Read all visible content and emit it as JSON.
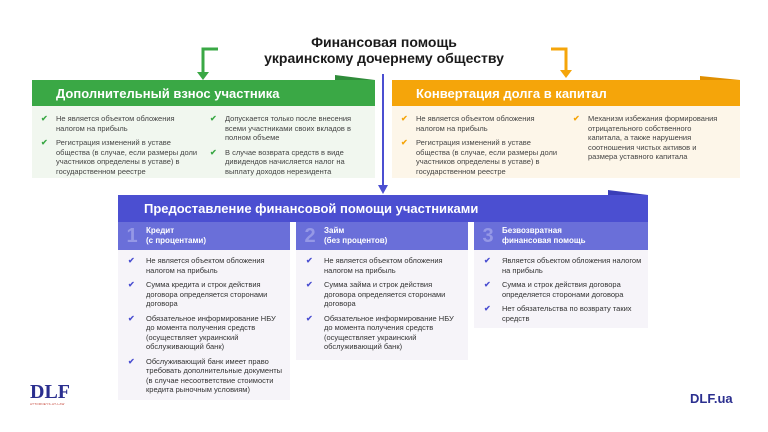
{
  "title": [
    "Финансовая помощь",
    "украинскому дочернему обществу"
  ],
  "colors": {
    "green": "#3aa845",
    "orange": "#f5a50a",
    "blue": "#4b4fd1"
  },
  "contribution": {
    "title": "Дополнительный взнос участника",
    "left": [
      "Не является объектом обложения налогом на прибыль",
      "Регистрация изменений в уставе общества (в случае, если размеры доли участников определены в уставе) в государственном реестре"
    ],
    "right": [
      "Допускается только после внесения всеми участниками своих вкладов в полном объеме",
      "В случае возврата средств в виде дивидендов начисляется налог на выплату доходов нерезидента"
    ]
  },
  "conversion": {
    "title": "Конвертация долга в капитал",
    "left": [
      "Не является объектом обложения налогом на прибыль",
      "Регистрация изменений в уставе общества (в случае, если размеры доли участников определены в уставе) в государственном реестре"
    ],
    "right": [
      "Механизм избежания формирования отрицательного собственного капитала, а также нарушения соотношения чистых активов и размера уставного капитала"
    ]
  },
  "assistance": {
    "title": "Предоставление финансовой помощи участниками",
    "columns": [
      {
        "num": "1",
        "title": [
          "Кредит",
          "(с процентами)"
        ],
        "items": [
          "Не является объектом обложения налогом на прибыль",
          "Сумма кредита и строк действия договора определяется сторонами договора",
          "Обязательное информирование НБУ до момента получения средств (осуществляет украинский обслуживающий банк)",
          "Обслуживающий банк имеет право требовать дополнительные документы (в случае несоответствие стоимости кредита рыночным условиям)"
        ]
      },
      {
        "num": "2",
        "title": [
          "Займ",
          "(без процентов)"
        ],
        "items": [
          "Не является объектом обложения налогом на прибыль",
          "Сумма займа и строк действия договора определяется сторонами договора",
          "Обязательное информирование НБУ до момента получения средств (осуществляет украинский обслуживающий банк)"
        ]
      },
      {
        "num": "3",
        "title": [
          "Безвозвратная",
          "финансовая помощь"
        ],
        "items": [
          "Является объектом обложения налогом на прибыль",
          "Сумма и строк действия договора определяется сторонами договора",
          "Нет обязательства по возврату таких средств"
        ]
      }
    ]
  },
  "logo": {
    "text": "DLF",
    "tagline": "ATTORNEYS-AT-LAW"
  },
  "site": "DLF.ua"
}
